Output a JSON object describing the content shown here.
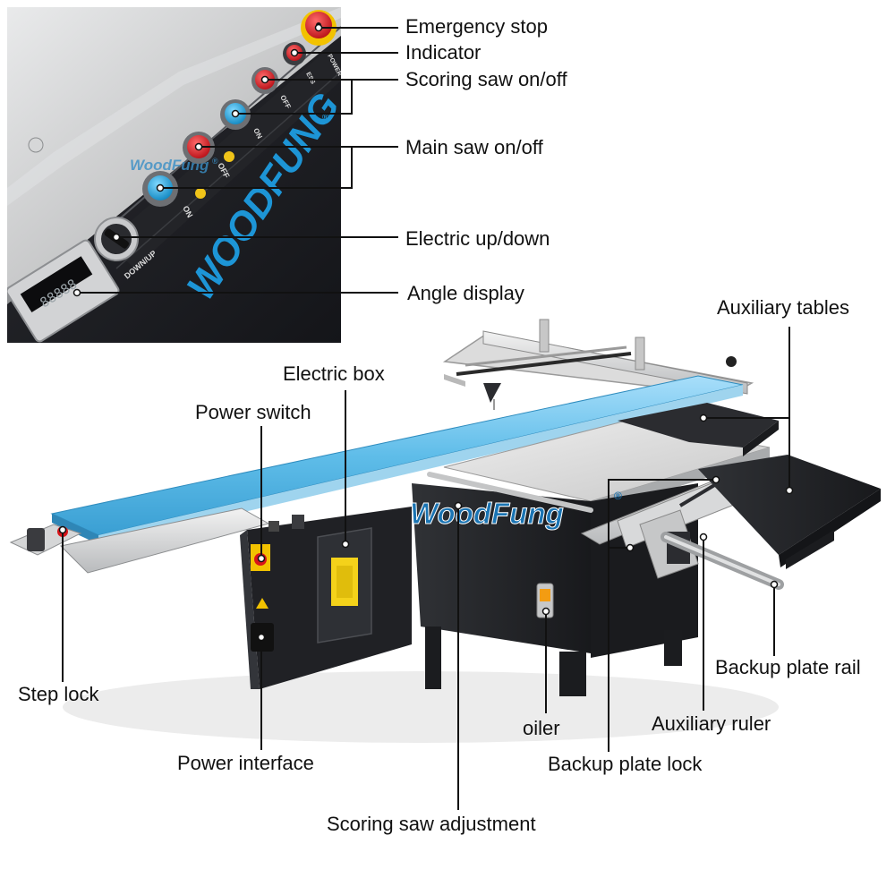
{
  "diagram": {
    "panel_callouts": [
      {
        "id": "emergency-stop",
        "label": "Emergency stop"
      },
      {
        "id": "indicator",
        "label": "Indicator"
      },
      {
        "id": "scoring-saw-on-off",
        "label": "Scoring saw on/off"
      },
      {
        "id": "main-saw-on-off",
        "label": "Main saw on/off"
      },
      {
        "id": "electric-up-down",
        "label": "Electric up/down"
      },
      {
        "id": "angle-display",
        "label": "Angle display"
      }
    ],
    "machine_callouts": [
      {
        "id": "auxiliary-tables",
        "label": "Auxiliary tables"
      },
      {
        "id": "electric-box",
        "label": "Electric box"
      },
      {
        "id": "power-switch",
        "label": "Power switch"
      },
      {
        "id": "step-lock",
        "label": "Step lock"
      },
      {
        "id": "backup-plate-rail",
        "label": "Backup plate rail"
      },
      {
        "id": "auxiliary-ruler",
        "label": "Auxiliary ruler"
      },
      {
        "id": "oiler",
        "label": "oiler"
      },
      {
        "id": "power-interface",
        "label": "Power interface"
      },
      {
        "id": "backup-plate-lock",
        "label": "Backup plate lock"
      },
      {
        "id": "scoring-saw-adjustment",
        "label": "Scoring saw adjustment"
      }
    ],
    "panel_markings": {
      "brand": "WoodFung",
      "brand_inset": "WOODFUNG",
      "registered": "®",
      "power": "POWER",
      "ess": "ESS",
      "on": "ON",
      "off": "OFF",
      "down_up": "DOWN/UP",
      "display_digits": "88888"
    },
    "machine_markings": {
      "brand": "WoodFung",
      "registered": "®"
    },
    "colors": {
      "panel_body": "#1b1c20",
      "panel_cover": "#c9cacb",
      "emergency_red": "#d7141a",
      "emergency_yellow": "#f2c200",
      "button_red": "#e01b25",
      "button_blue": "#1ea7e0",
      "brand_blue": "#1d95d6",
      "sliding_table_blue": "#6cc4ec",
      "cabinet": "#222427",
      "aux_table": "#2b2c30",
      "leader_line": "#111111"
    }
  }
}
